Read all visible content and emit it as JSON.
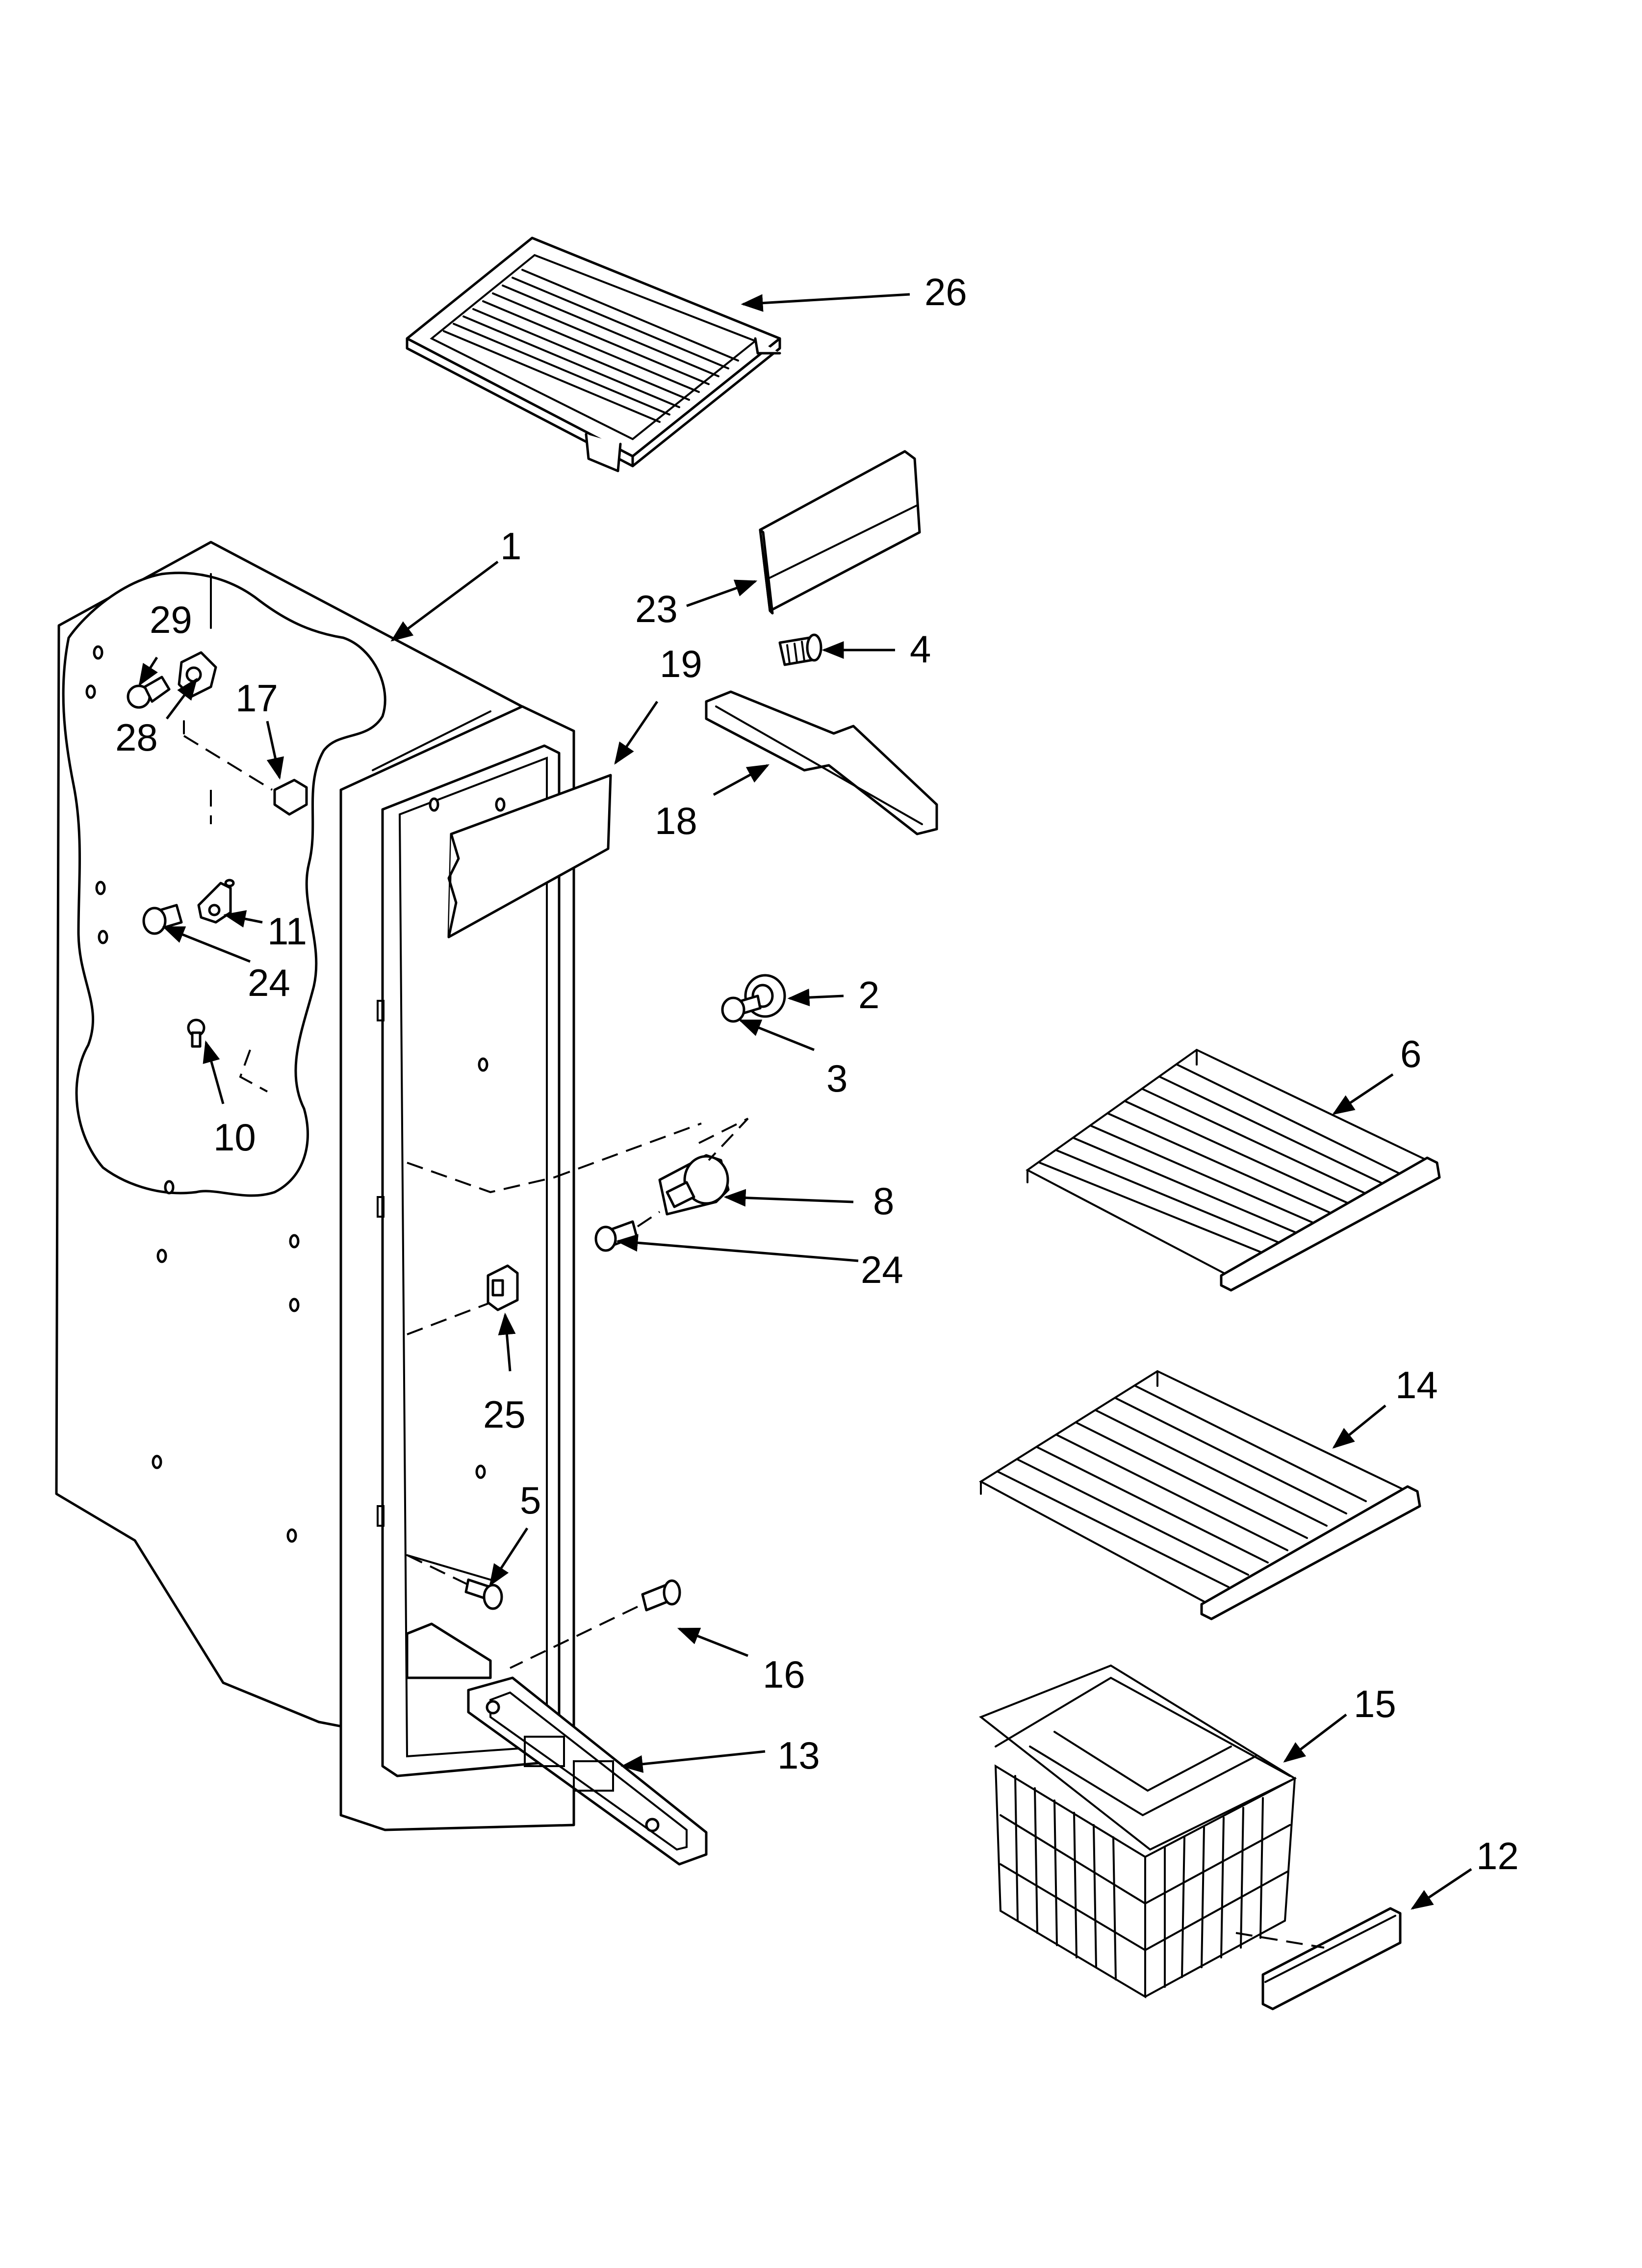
{
  "diagram": {
    "callouts": [
      "26",
      "23",
      "1",
      "29",
      "28",
      "17",
      "19",
      "4",
      "18",
      "11",
      "24",
      "2",
      "3",
      "10",
      "6",
      "8",
      "24",
      "25",
      "14",
      "5",
      "16",
      "15",
      "13",
      "12"
    ],
    "colors": {
      "line": "#000000",
      "background": "#ffffff",
      "shade": "#d9d9d9"
    }
  }
}
